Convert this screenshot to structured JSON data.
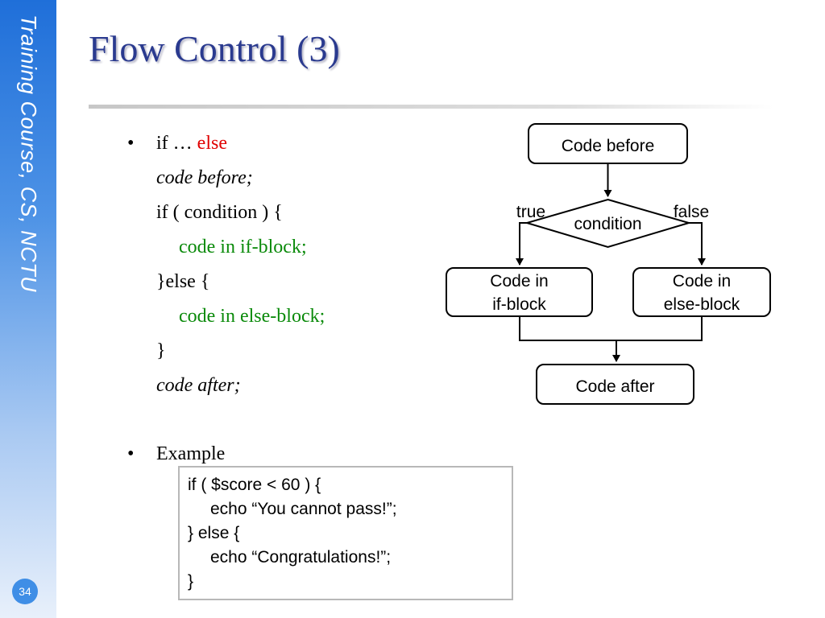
{
  "sidebar": {
    "text": "Training Course, CS, NCTU",
    "page_number": "34"
  },
  "slide": {
    "title": "Flow Control (3)"
  },
  "bullets": {
    "if_else": {
      "prefix": "if … ",
      "keyword": "else",
      "lines": [
        "code before;",
        "if ( condition ) {",
        "code in if-block;",
        "}else {",
        "code in else-block;",
        "}",
        "code after;"
      ]
    },
    "example": {
      "label": "Example"
    }
  },
  "example_code": [
    "if ( $score < 60 ) {",
    "echo “You cannot pass!”;",
    "} else {",
    "echo “Congratulations!”;",
    "}"
  ],
  "flowchart": {
    "start": "Code before",
    "decision": "condition",
    "true_label": "true",
    "false_label": "false",
    "if_block": [
      "Code in",
      "if-block"
    ],
    "else_block": [
      "Code in",
      "else-block"
    ],
    "end": "Code after"
  },
  "colors": {
    "title": "#2a3a8f",
    "keyword": "#e00000",
    "block_code": "#0a8a0a",
    "sidebar": "#1f6fd9"
  }
}
